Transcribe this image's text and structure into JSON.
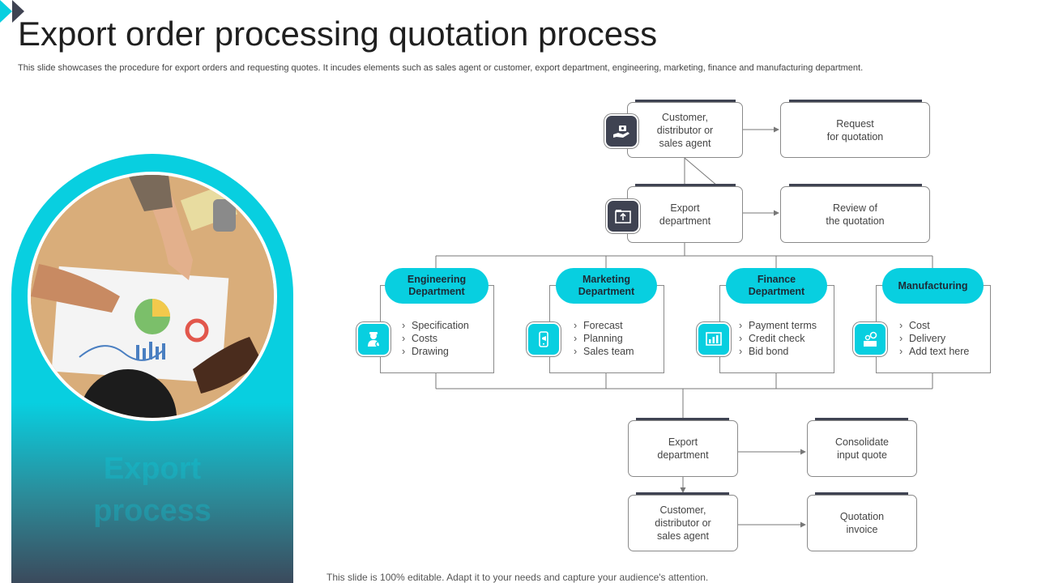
{
  "title": "Export order processing quotation process",
  "subtitle": "This slide showcases the procedure for export orders and requesting quotes. It incudes elements such as sales agent or customer, export department, engineering, marketing, finance and manufacturing department.",
  "footer": "This slide is 100% editable. Adapt it to your needs and capture your audience's attention.",
  "left_panel": {
    "line1": "Export",
    "line2": "process"
  },
  "top_flow": {
    "customer": "Customer,\ndistributor or\nsales agent",
    "request": "Request\nfor quotation",
    "export": "Export\ndepartment",
    "review": "Review  of\nthe quotation"
  },
  "departments": [
    {
      "name": "Engineering\nDepartment",
      "items": [
        "Specification",
        "Costs",
        "Drawing"
      ],
      "icon": "engineer-icon"
    },
    {
      "name": "Marketing\nDepartment",
      "items": [
        "Forecast",
        "Planning",
        "Sales team"
      ],
      "icon": "mobile-marketing-icon"
    },
    {
      "name": "Finance\nDepartment",
      "items": [
        "Payment terms",
        "Credit check",
        "Bid bond"
      ],
      "icon": "finance-chart-icon"
    },
    {
      "name": "Manufacturing",
      "items": [
        "Cost",
        "Delivery",
        "Add text here"
      ],
      "icon": "factory-gears-icon"
    }
  ],
  "bottom_flow": {
    "export": "Export\ndepartment",
    "consolidate": "Consolidate\ninput quote",
    "customer": "Customer,\ndistributor or\nsales agent",
    "invoice": "Quotation\ninvoice"
  },
  "colors": {
    "accent": "#08cfe0",
    "dark": "#3f4352",
    "border": "#8a8a8a"
  },
  "icons": {
    "customer": "hand-with-money-icon",
    "export": "upload-box-icon"
  }
}
